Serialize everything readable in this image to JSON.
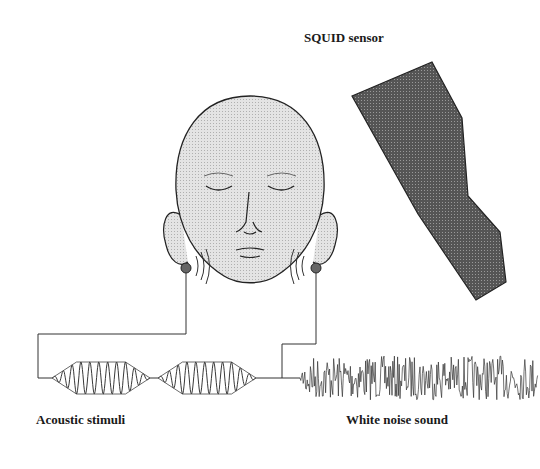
{
  "diagram": {
    "labels": [
      "SQUID sensor",
      "Acoustic stimuli",
      "White noise sound"
    ]
  }
}
